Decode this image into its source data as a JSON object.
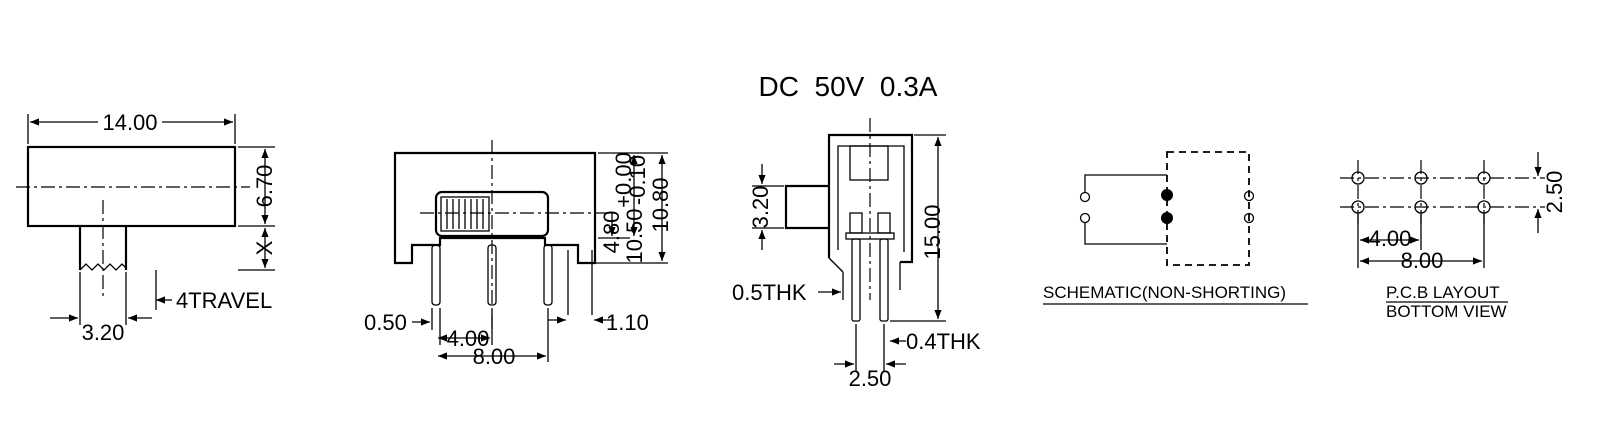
{
  "title": "DC  50V  0.3A",
  "views": {
    "top": {
      "width": "14.00",
      "height": "6.70",
      "x_mark": "X",
      "travel": "4TRAVEL",
      "knob_width": "3.20"
    },
    "front": {
      "height_a": "4.80",
      "height_b": "10.50",
      "tolerance": "+0.00\n-0.10",
      "tol_plus": "+0.00",
      "tol_minus": "-0.10",
      "height_c": "10.80",
      "pin_width": "0.50",
      "pin_pitch": "4.00",
      "pin_span": "8.00",
      "lead_length": "1.10"
    },
    "side": {
      "knob_height": "3.20",
      "height": "15.00",
      "frame_thk": "0.5THK",
      "pin_thk": "0.4THK",
      "pin_pitch": "2.50"
    },
    "schematic": {
      "label": "SCHEMATIC(NON-SHORTING)"
    },
    "pcb": {
      "row_spacing": "2.50",
      "pitch": "4.00",
      "span": "8.00",
      "label_line1": "P.C.B LAYOUT",
      "label_line2": "BOTTOM VIEW"
    }
  }
}
